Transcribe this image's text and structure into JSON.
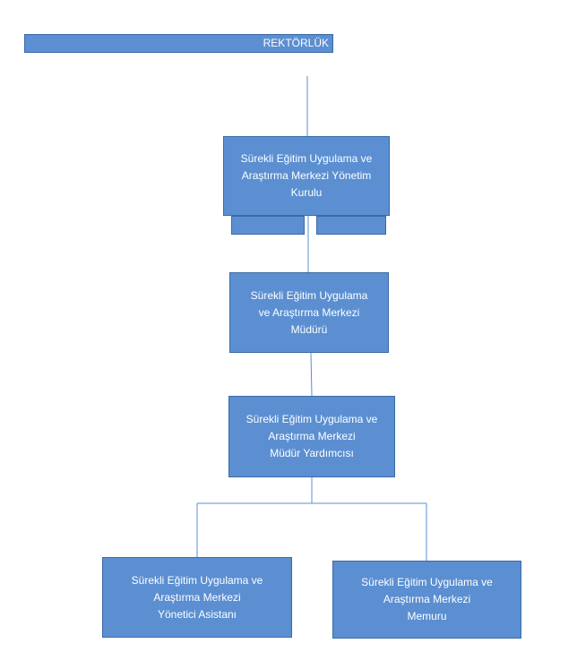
{
  "diagram": {
    "nodes": {
      "rektorluk": {
        "label": "REKTÖRLÜK"
      },
      "yonetim_kurulu": {
        "label": "Sürekli Eğitim Uygulama ve\nAraştırma Merkezi Yönetim\nKurulu"
      },
      "sub_left": {
        "label": ""
      },
      "sub_right": {
        "label": ""
      },
      "mudur": {
        "label": "Sürekli Eğitim Uygulama\nve Araştırma Merkezi\nMüdürü"
      },
      "mudur_yardimcisi": {
        "label": "Sürekli Eğitim Uygulama ve\nAraştırma Merkezi\nMüdür Yardımcısı"
      },
      "yonetici_asistani": {
        "label": "Sürekli Eğitim Uygulama ve\nAraştırma Merkezi\nYönetici Asistanı"
      },
      "memuru": {
        "label": "Sürekli Eğitim Uygulama ve\nAraştırma Merkezi\nMemuru"
      }
    },
    "colors": {
      "box_fill": "#5b8fd1",
      "box_border": "#3a6aa6",
      "connector": "#5b8fd1",
      "text": "#ffffff"
    }
  }
}
